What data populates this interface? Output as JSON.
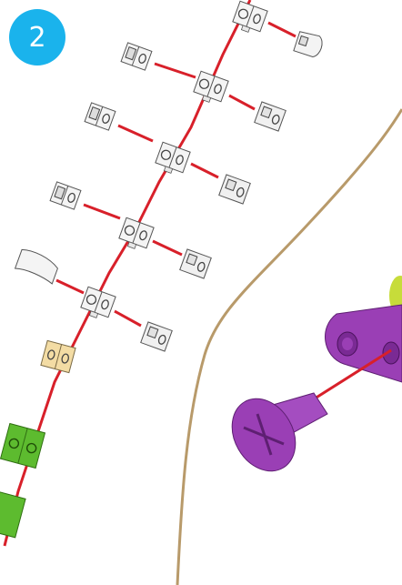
{
  "step": {
    "number": "2"
  },
  "colors": {
    "badge": "#1ab3ec",
    "connector": "#d8202a",
    "panel_border": "#b89a6a",
    "block_white": "#f4f4f4",
    "block_tan": "#f3dca4",
    "block_green": "#5dbb2f",
    "screw_purple": "#9a3fb5",
    "part_yellow_green": "#c7dc3a"
  },
  "parts": {
    "rod": "connector-rod",
    "white_block": "white-connector-block",
    "tan_block": "tan-connector-block",
    "green_block": "green-connector-block",
    "screw": "purple-screw",
    "bar": "purple-bar",
    "cap": "white-curved-cap"
  }
}
